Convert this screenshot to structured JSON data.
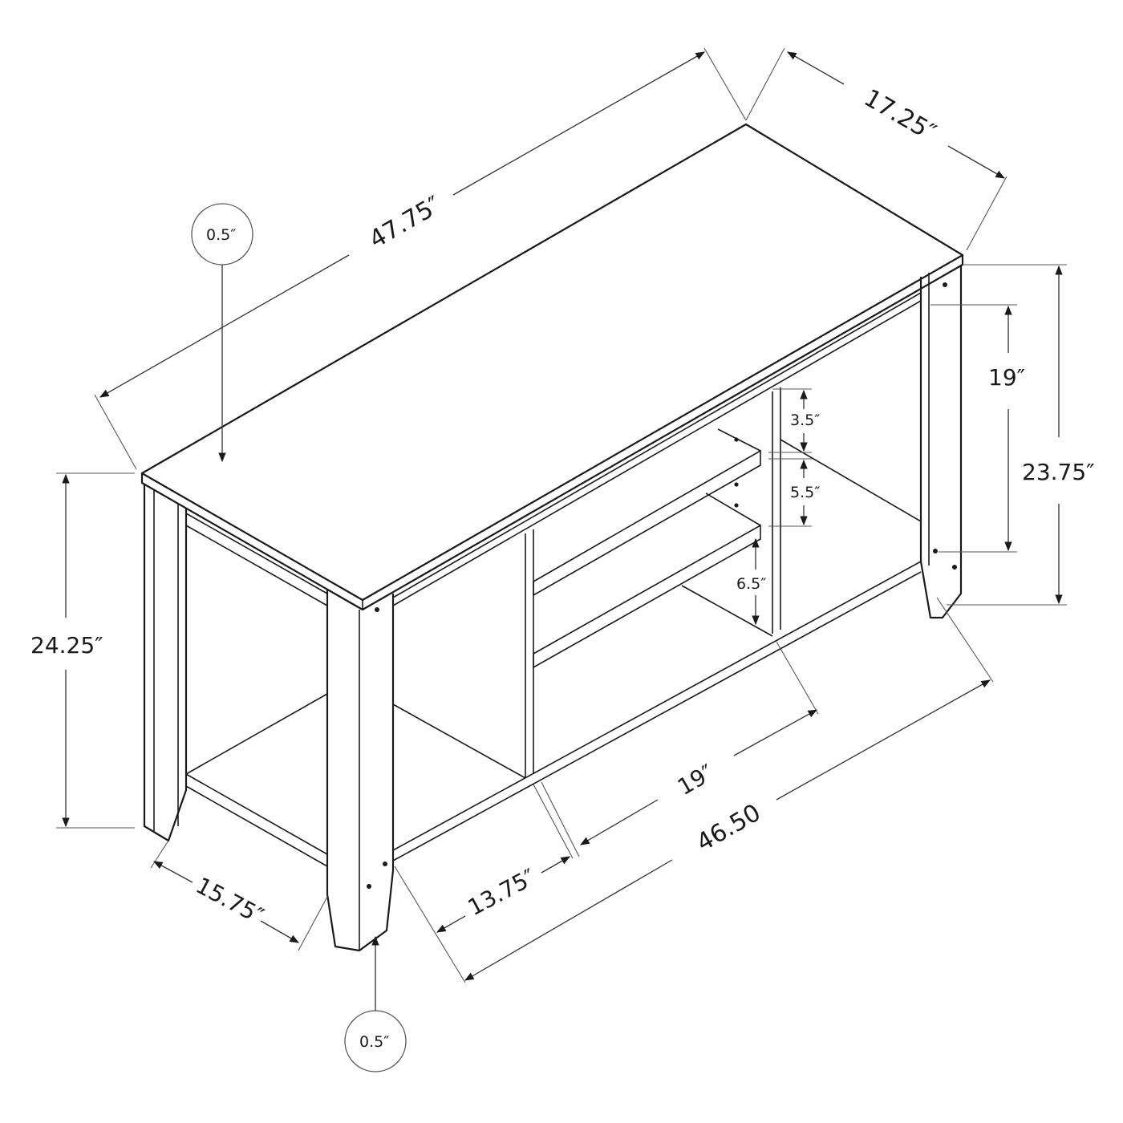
{
  "diagram": {
    "type": "dimension_drawing",
    "subject": "TV stand / console table with open shelves",
    "colors": {
      "line": "#1a1a1a",
      "dimension_line": "#333333",
      "background": "#ffffff"
    },
    "dimensions": {
      "overall_length": "47.75″",
      "overall_depth": "17.25″",
      "overall_height_front": "24.25″",
      "overall_height_back": "23.75″",
      "inner_height": "19″",
      "shelf_gap_top": "3.5″",
      "shelf_gap_middle": "5.5″",
      "shelf_gap_bottom": "6.5″",
      "side_depth": "15.75″",
      "left_compartment_width": "13.75″",
      "middle_compartment_width": "19″",
      "inner_length": "46.50",
      "top_thickness": "0.5″",
      "leg_thickness": "0.5″"
    },
    "callouts": {
      "top_thickness_label": "0.5″",
      "leg_thickness_label": "0.5″"
    }
  }
}
